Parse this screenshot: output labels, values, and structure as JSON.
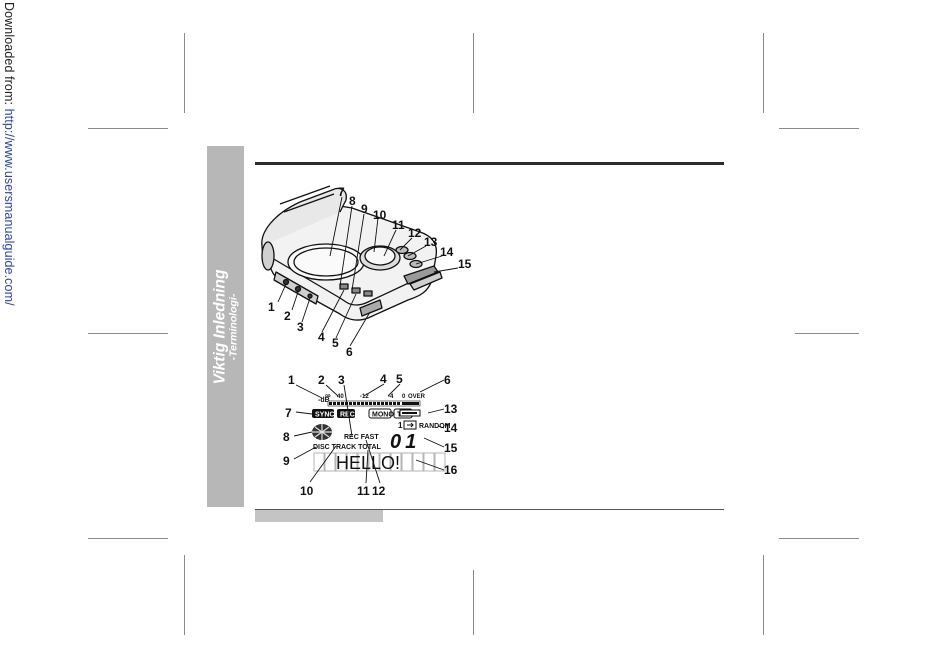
{
  "download_note": {
    "prefix": "Downloaded from: ",
    "url": "http://www.usersmanualguide.com/"
  },
  "side_tab": {
    "title": "Viktig Inledning",
    "subtitle": "-Terminologi-"
  },
  "player_diagram": {
    "callouts": [
      "7",
      "8",
      "9",
      "10",
      "11",
      "12",
      "13",
      "14",
      "15",
      "1",
      "2",
      "3",
      "4",
      "5",
      "6"
    ]
  },
  "display_diagram": {
    "callouts": [
      "1",
      "2",
      "3",
      "4",
      "5",
      "6",
      "7",
      "8",
      "9",
      "10",
      "11",
      "12",
      "13",
      "14",
      "15",
      "16"
    ],
    "labels": {
      "level_infinity": "∞",
      "level_db": "-dB",
      "level_40": "40",
      "level_12": "-12",
      "level_4": "-4",
      "level_0": "0",
      "level_over": "OVER",
      "sync": "SYNC",
      "rec": "REC",
      "mono": "MONO",
      "toc": "TOC",
      "repeat_one": "1",
      "random": "RANDOM",
      "rec_fast": "REC FAST",
      "disc_track_total": "DISC TRACK TOTAL",
      "track_number": "01",
      "text_area": "HELLO!"
    }
  }
}
